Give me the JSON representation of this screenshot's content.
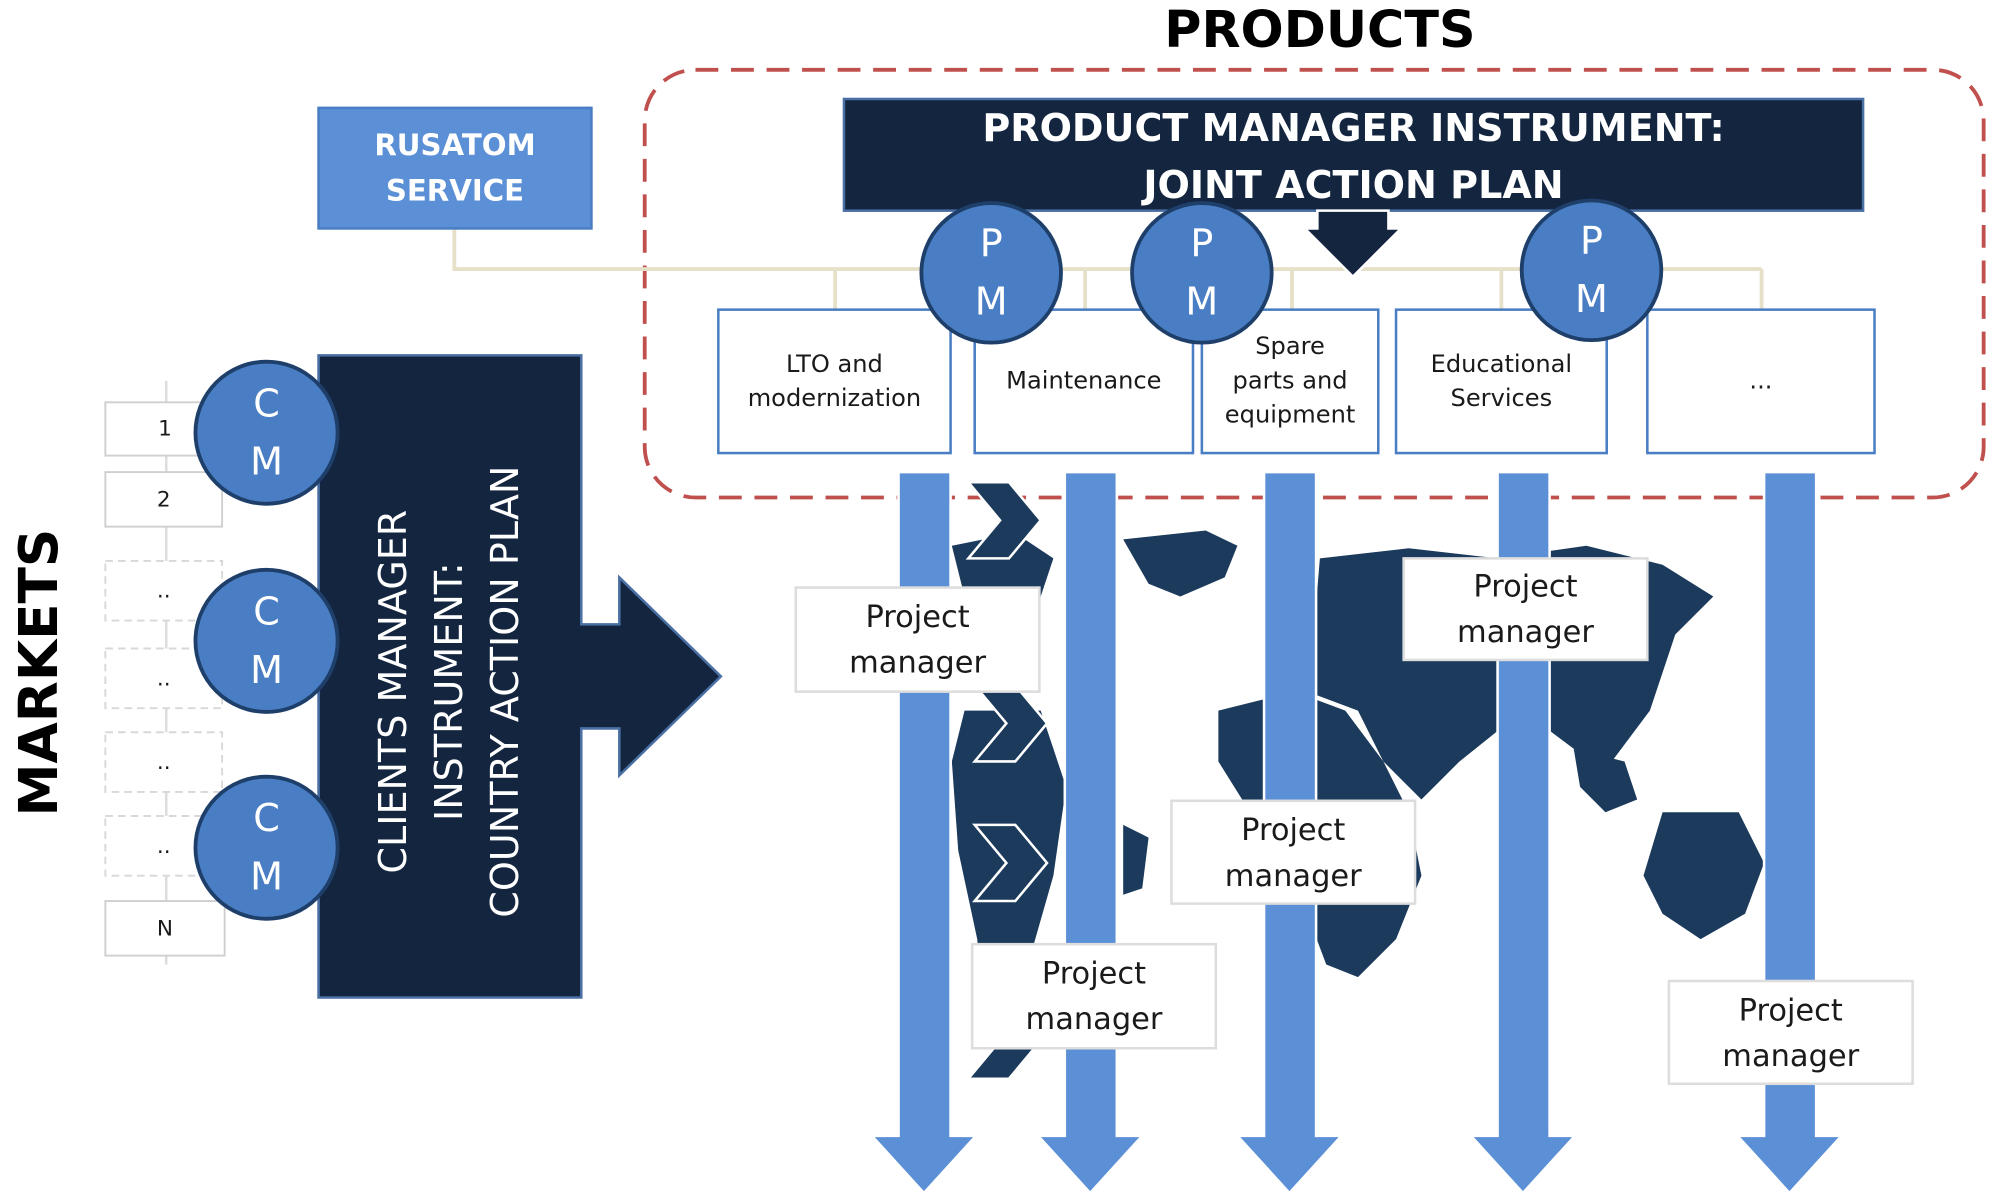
{
  "products_title": "PRODUCTS",
  "markets_title": "MARKETS",
  "product_manager_instrument": "PRODUCT MANAGER INSTRUMENT:\nJOINT ACTION PLAN",
  "rusatom_service": "RUSATOM\nSERVICE",
  "clients_manager_instrument": "CLIENTS MANAGER\nINSTRUMENT:\nCOUNTRY ACTION PLAN",
  "products": [
    "LTO and\nmodernization",
    "Maintenance",
    "Spare\nparts and\nequipment",
    "Educational\nServices",
    "..."
  ],
  "pm_label": "P\nM",
  "cm_label": "C\nM",
  "markets": [
    "1",
    "2",
    "..",
    "..",
    "..",
    "..",
    "N"
  ],
  "project_managers": [
    "Project\nmanager",
    "Project\nmanager",
    "Project\nmanager",
    "Project\nmanager",
    "Project\nmanager"
  ],
  "colors": {
    "navy": "#13253f",
    "blue": "#5b8fd6",
    "circle": "#4a7ec4",
    "red_dash": "#c0504d",
    "map": "#1b3a5c"
  }
}
